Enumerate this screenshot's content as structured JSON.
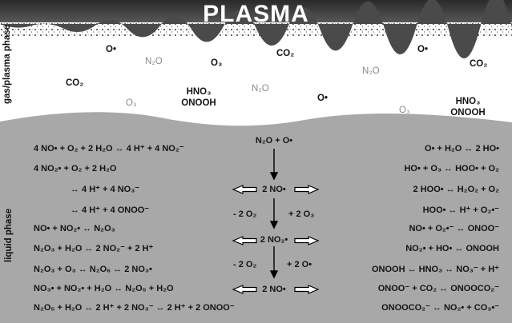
{
  "title": "PLASMA",
  "labels": {
    "gas_phase": "gas/plasma phase",
    "liquid_phase": "liquid phase"
  },
  "gas_species": [
    "O•",
    "N₂O",
    "O₃",
    "CO₂",
    "O•",
    "CO₂",
    "CO₂",
    "N₂O",
    "O₃",
    "N₂O",
    "O•",
    "HNO₃ ONOOH",
    "O₃",
    "HNO₃ ONOOH"
  ],
  "center_chain": {
    "top_reaction": "N₂O + O•",
    "step1": "2 NO•",
    "step1_loss": "- 2 O₂",
    "step1_gain": "+ 2 O₃",
    "step2": "2 NO₂•",
    "step2_loss": "- 2 O₂",
    "step2_gain": "+ 2 O•",
    "step3": "2 NO•"
  },
  "left_reactions": [
    "4 NO• + O₂ + 2 H₂O ↔ 4 H⁺ + 4 NO₂⁻",
    "4 NO₂• + O₂ + 2 H₂O",
    "↔ 4 H⁺ + 4 NO₃⁻",
    "↔ 4 H⁺ + 4 ONOO⁻",
    "NO• + NO₂• ↔ N₂O₃",
    "N₂O₃ + H₂O ↔ 2 NO₂⁻ + 2 H⁺",
    "N₂O₃ + O₃ ↔ N₂O₆ ↔ 2 NO₃•",
    "NO₃• + NO₂• + H₂O ↔ N₂O₅ + H₂O",
    "N₂O₅ + H₂O ↔ 2 H⁺ + 2 NO₃⁻ ↔ 2 H⁺ + 2 ONOO⁻"
  ],
  "right_reactions": [
    "O• + H₂O ↔ 2 HO•",
    "HO• + O₃ ↔ HOO• + O₂",
    "2 HOO• ↔ H₂O₂ + O₂",
    "HOO• ↔ H⁺ + O₂•⁻",
    "NO• + O₂•⁻ ↔ ONOO⁻",
    "NO₂• + HO• ↔ ONOOH",
    "ONOOH ↔ HNO₃ ↔ NO₃⁻ + H⁺",
    "ONOO⁻ + CO₂ ↔ ONOOCO₂⁻",
    "ONOOCO₂⁻ ↔ NO₂• + CO₃•⁻"
  ]
}
